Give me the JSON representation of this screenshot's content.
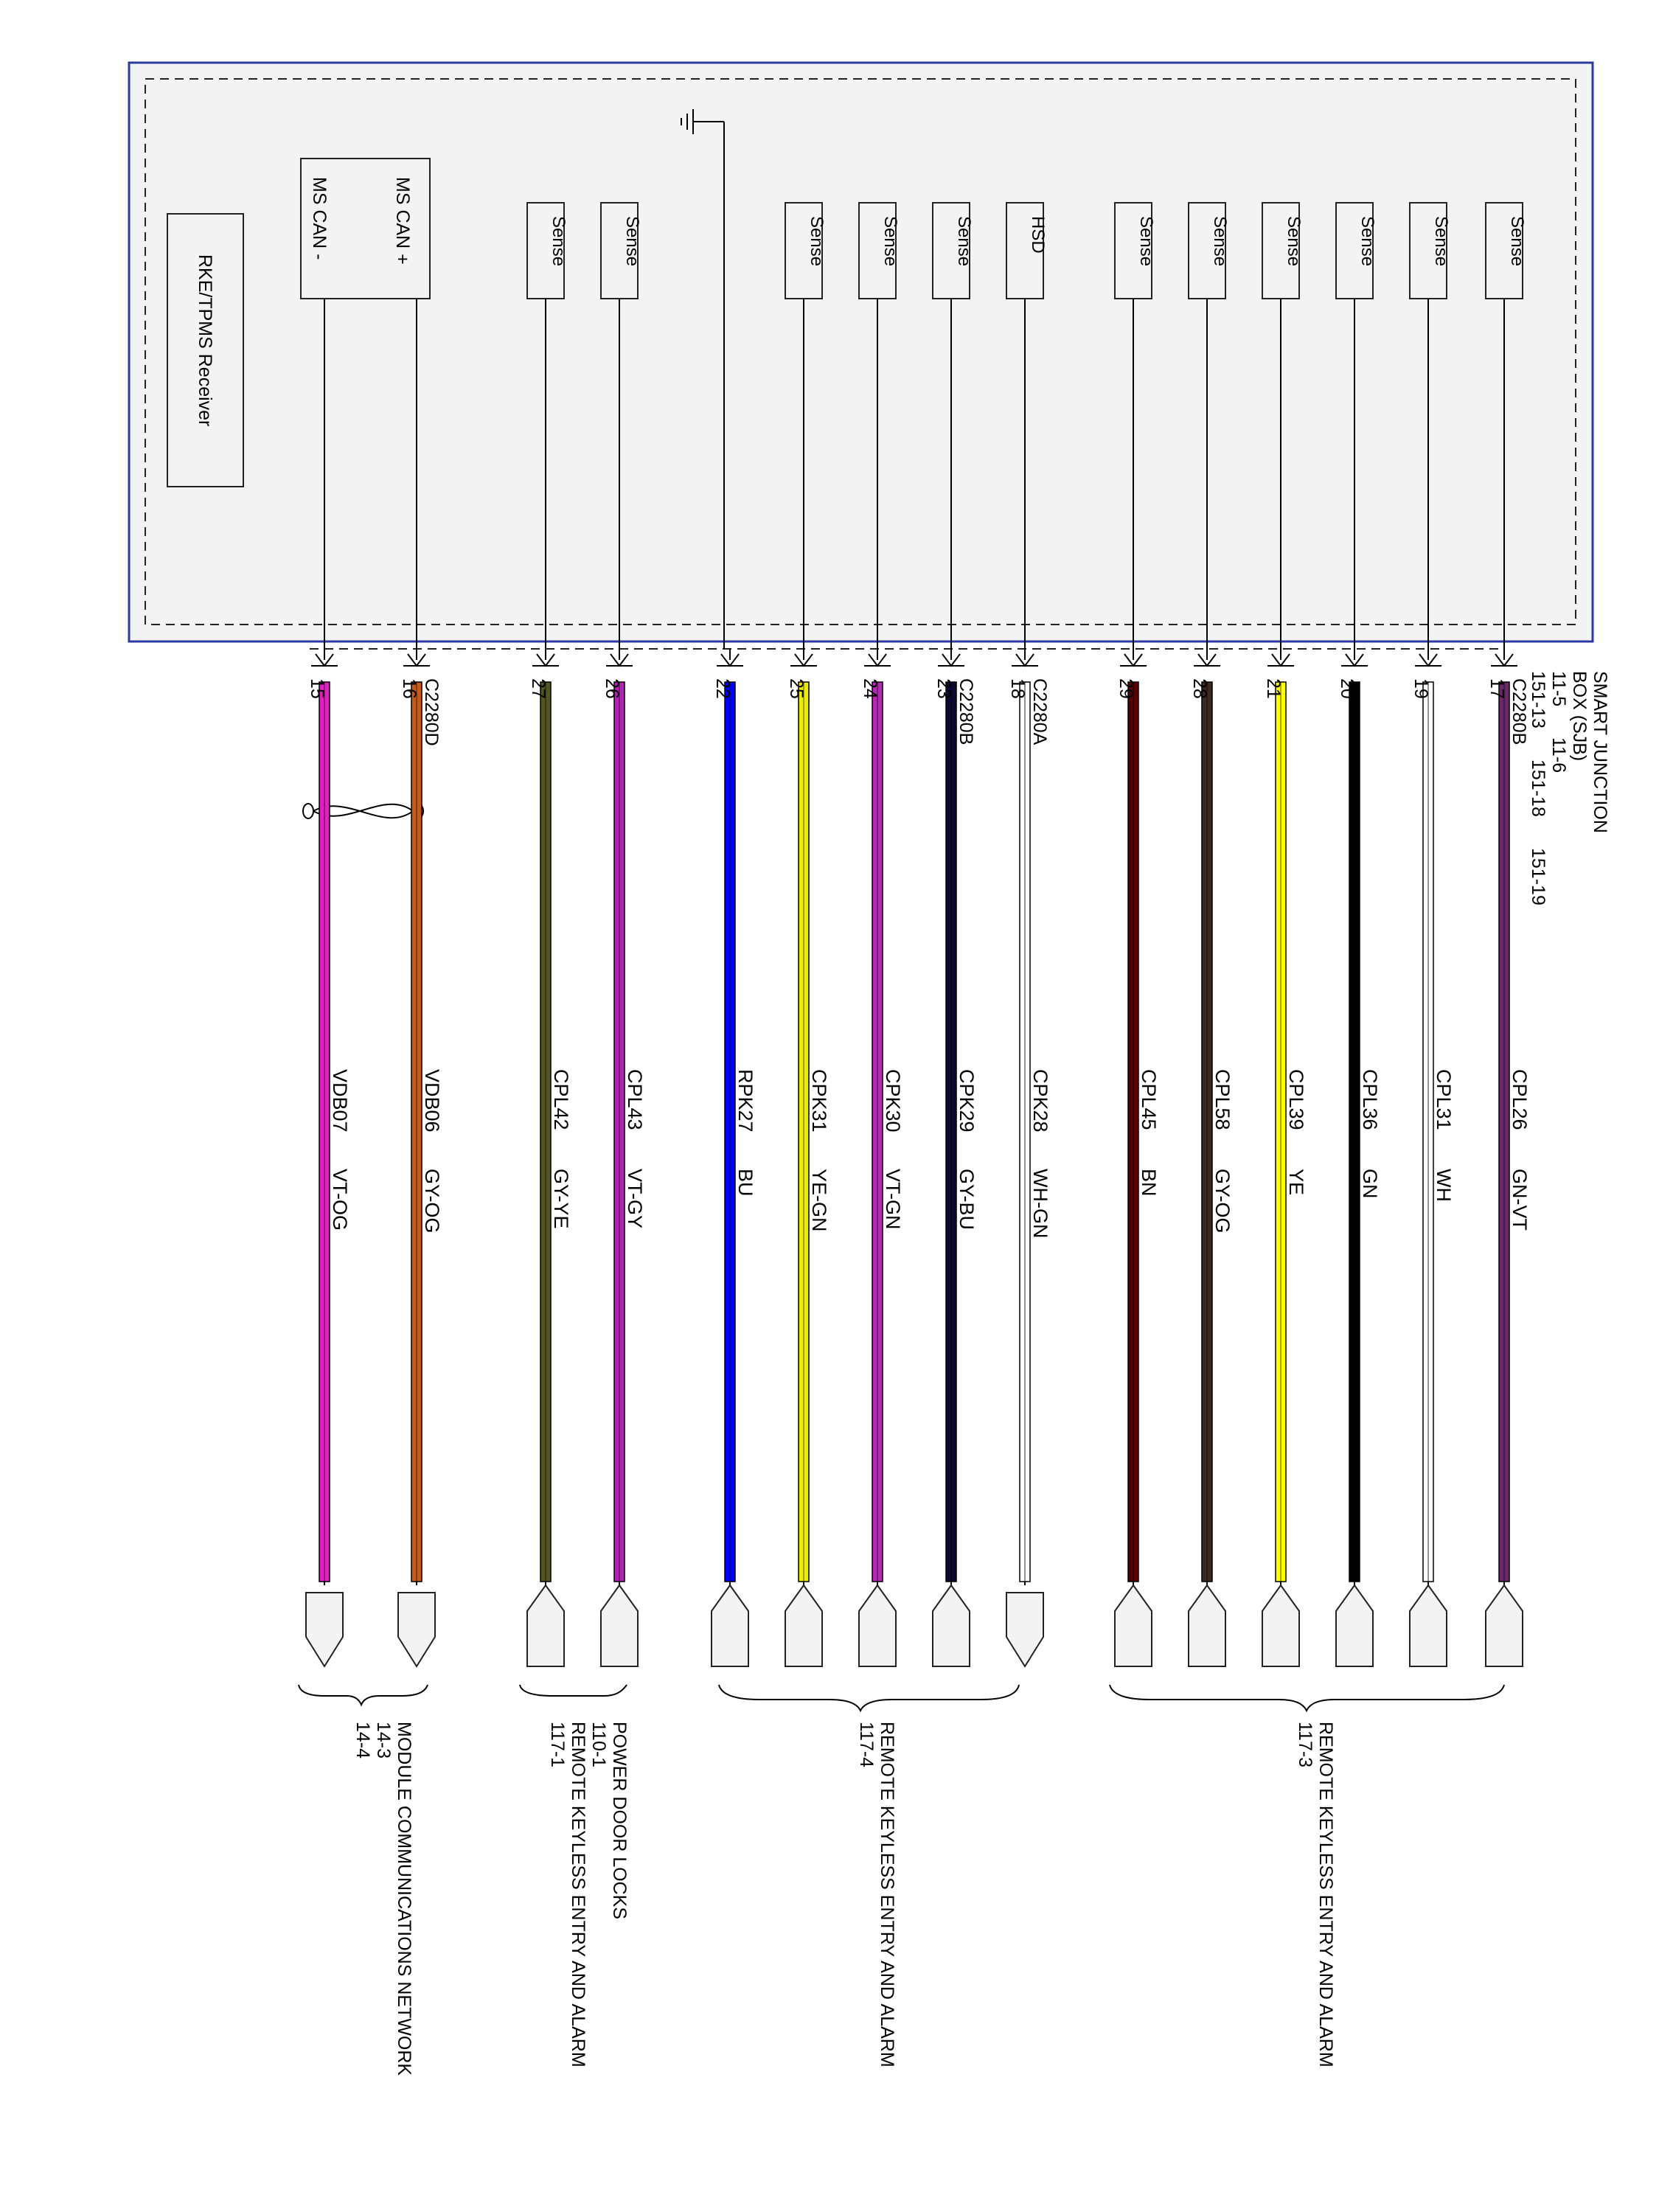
{
  "module": {
    "name_lines": [
      "SMART JUNCTION",
      "BOX (SJB)"
    ],
    "refs": [
      [
        "11-5",
        "11-6"
      ],
      [
        "151-13",
        "151-18",
        "151-19"
      ]
    ],
    "receiver": "RKE/TPMS Receiver",
    "can_plus": "MS CAN +",
    "can_minus": "MS CAN -",
    "ground_symbol": "ground-icon"
  },
  "circuits": [
    {
      "id": "w17",
      "pin": "17",
      "connector": "C2280B",
      "circuit": "CPL26",
      "color_code": "GN-VT",
      "box": "Sense",
      "wire_color": "#6a2a6a",
      "stripe": "#000000"
    },
    {
      "id": "w19",
      "pin": "19",
      "connector": "",
      "circuit": "CPL31",
      "color_code": "WH",
      "box": "Sense",
      "wire_color": "#ffffff",
      "stripe": "#000000"
    },
    {
      "id": "w20",
      "pin": "20",
      "connector": "",
      "circuit": "CPL36",
      "color_code": "GN",
      "box": "Sense",
      "wire_color": "#000000",
      "stripe": "#000000"
    },
    {
      "id": "w21",
      "pin": "21",
      "connector": "",
      "circuit": "CPL39",
      "color_code": "YE",
      "box": "Sense",
      "wire_color": "#ffff00",
      "stripe": "#000000"
    },
    {
      "id": "w28",
      "pin": "28",
      "connector": "",
      "circuit": "CPL58",
      "color_code": "GY-OG",
      "box": "Sense",
      "wire_color": "#3a2a22",
      "stripe": "#000000"
    },
    {
      "id": "w29",
      "pin": "29",
      "connector": "",
      "circuit": "CPL45",
      "color_code": "BN",
      "box": "Sense",
      "wire_color": "#5a0000",
      "stripe": "#000000"
    },
    {
      "id": "w18",
      "pin": "18",
      "connector": "C2280A",
      "circuit": "CPK28",
      "color_code": "WH-GN",
      "box": "HSD",
      "wire_color": "#ffffff",
      "stripe": "#000000"
    },
    {
      "id": "w23",
      "pin": "23",
      "connector": "C2280B",
      "circuit": "CPK29",
      "color_code": "GY-BU",
      "box": "Sense",
      "wire_color": "#0a0a33",
      "stripe": "#000000"
    },
    {
      "id": "w24",
      "pin": "24",
      "connector": "",
      "circuit": "CPK30",
      "color_code": "VT-GN",
      "box": "Sense",
      "wire_color": "#b42ab4",
      "stripe": "#000000"
    },
    {
      "id": "w25",
      "pin": "25",
      "connector": "",
      "circuit": "CPK31",
      "color_code": "YE-GN",
      "box": "Sense",
      "wire_color": "#ecec00",
      "stripe": "#000000"
    },
    {
      "id": "w22",
      "pin": "22",
      "connector": "",
      "circuit": "RPK27",
      "color_code": "BU",
      "box": "",
      "wire_color": "#0000ff",
      "stripe": "#000000"
    },
    {
      "id": "w26",
      "pin": "26",
      "connector": "",
      "circuit": "CPL43",
      "color_code": "VT-GY",
      "box": "Sense",
      "wire_color": "#b424b4",
      "stripe": "#000000"
    },
    {
      "id": "w27",
      "pin": "27",
      "connector": "",
      "circuit": "CPL42",
      "color_code": "GY-YE",
      "box": "Sense",
      "wire_color": "#555522",
      "stripe": "#000000"
    },
    {
      "id": "w16",
      "pin": "16",
      "connector": "C2280D",
      "circuit": "VDB06",
      "color_code": "GY-OG",
      "box": "",
      "wire_color": "#c85a1e",
      "stripe": "#000000"
    },
    {
      "id": "w15",
      "pin": "15",
      "connector": "",
      "circuit": "VDB07",
      "color_code": "VT-OG",
      "box": "",
      "wire_color": "#e020c0",
      "stripe": "#000000"
    }
  ],
  "destinations": [
    {
      "lines": [
        "REMOTE KEYLESS ENTRY AND ALARM",
        "117-3"
      ]
    },
    {
      "lines": [
        "REMOTE KEYLESS ENTRY AND ALARM",
        "117-4"
      ]
    },
    {
      "lines": [
        "POWER DOOR LOCKS",
        "110-1",
        "REMOTE KEYLESS ENTRY AND ALARM",
        "117-1"
      ]
    },
    {
      "lines": [
        "MODULE COMMUNICATIONS NETWORK",
        "14-3",
        "14-4"
      ]
    }
  ]
}
